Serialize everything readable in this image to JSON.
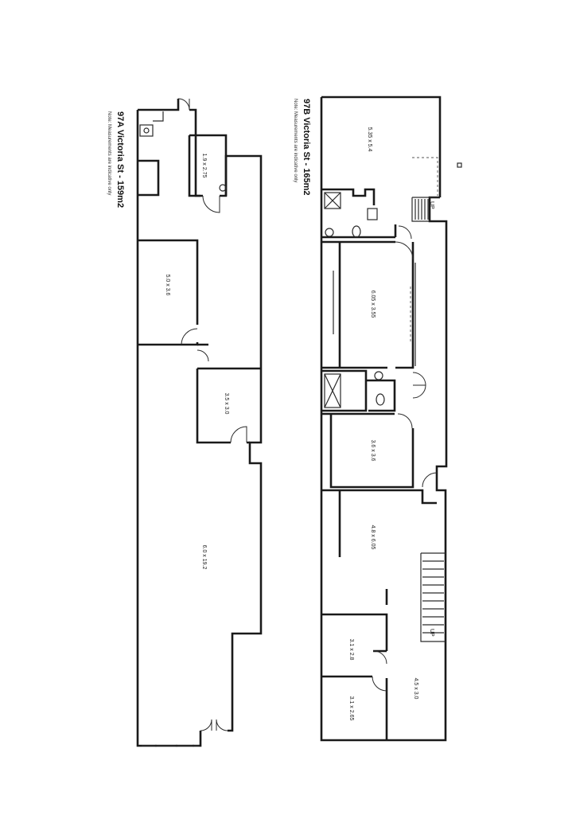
{
  "left_plan": {
    "title": "97A Victoria St - 159m2",
    "note": "Note: Measurements are indicative only",
    "rooms": [
      "1.9 x 2.75",
      "5.0 x 3.6",
      "3.5 x 3.0",
      "6.0 x 19.2"
    ]
  },
  "right_plan": {
    "title": "97B Victoria St - 165m2",
    "note": "Note: Measurements are indicative only",
    "rooms": [
      "5.35 x 5.4",
      "6.05 x 3.55",
      "3.6 x 3.6",
      "4.8 x 6.05",
      "3.1 x 2.8",
      "3.1 x 2.65",
      "4.5 x 3.0"
    ],
    "stairs": [
      "UP",
      "UP"
    ]
  }
}
